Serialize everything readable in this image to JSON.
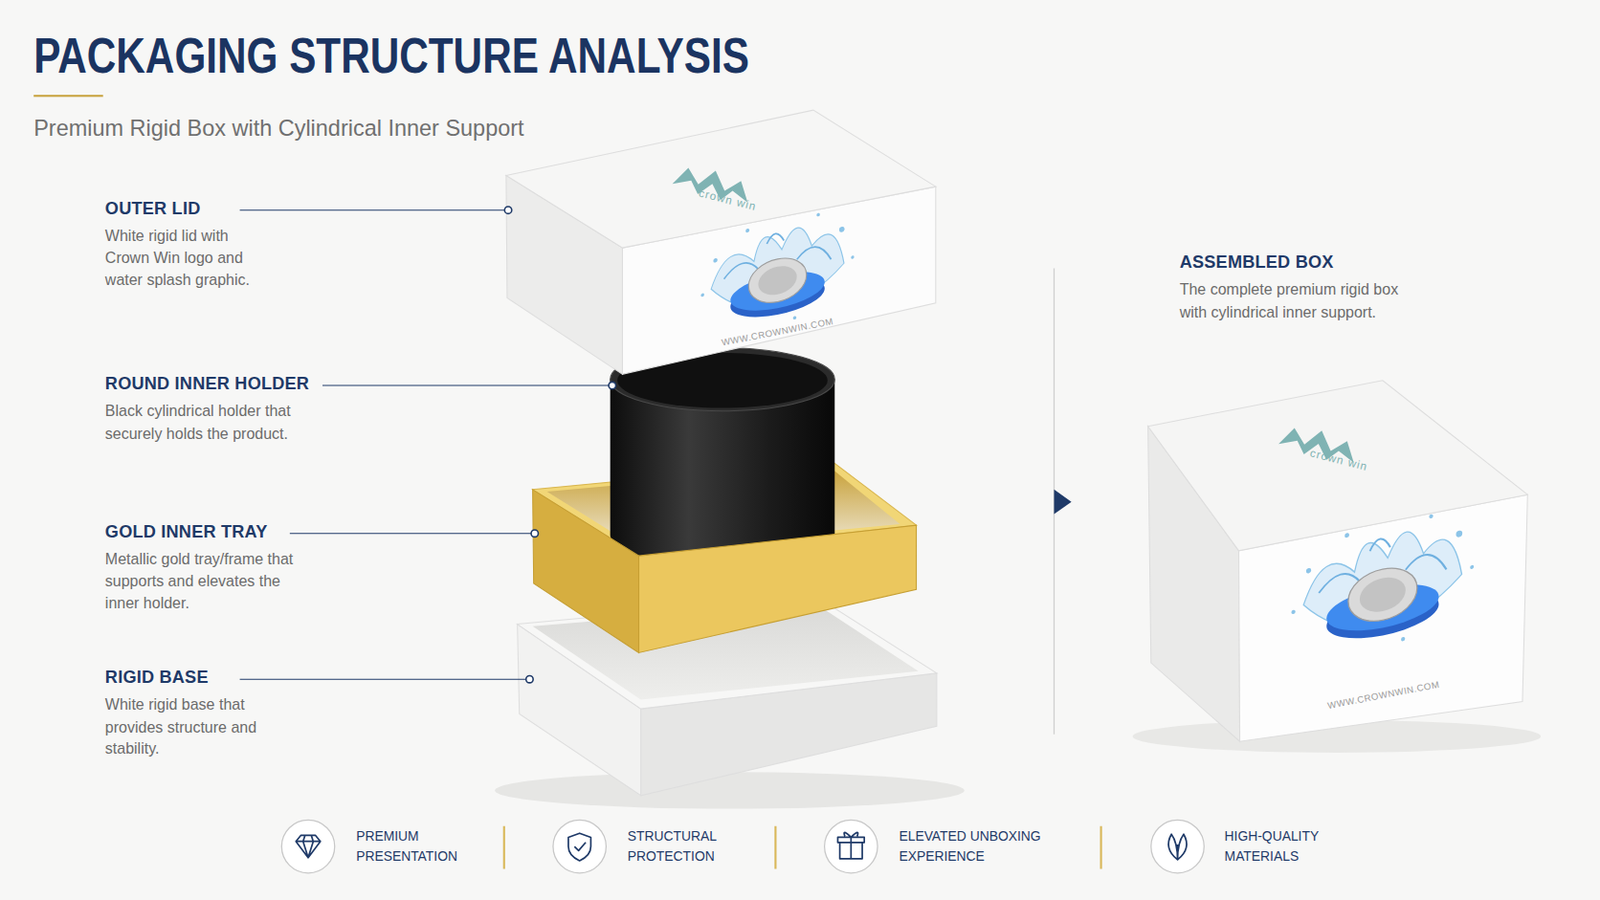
{
  "diagram": {
    "title": "PACKAGING STRUCTURE ANALYSIS",
    "caption": "Premium Rigid Box with Cylindrical Inner Support",
    "labels": [
      "OUTER LID",
      "White rigid lid with Crown Win logo and water splash graphic.",
      "crown win",
      "WWW.CROWNWIN.COM",
      "ROUND INNER HOLDER",
      "Black cylindrical holder that securely holds the product.",
      "GOLD INNER TRAY",
      "Metallic gold tray/frame that supports and elevates the inner holder.",
      "RIGID BASE",
      "White rigid base that provides structure and stability.",
      "ASSEMBLED BOX",
      "The complete premium rigid box with cylindrical inner support.",
      "crown win",
      "WWW.CROWNWIN.COM",
      "PREMIUM PRESENTATION",
      "STRUCTURAL PROTECTION",
      "ELEVATED UNBOXING EXPERIENCE",
      "HIGH-QUALITY MATERIALS"
    ]
  }
}
